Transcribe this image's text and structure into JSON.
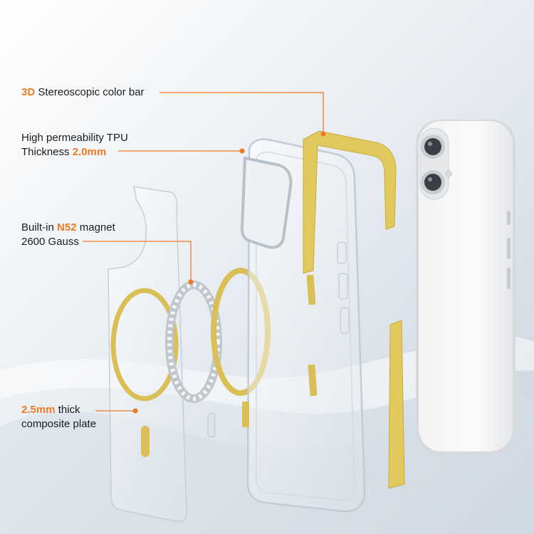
{
  "accent_color": "#f07a22",
  "ring_color": "#d9bf55",
  "callouts": {
    "color_bar": {
      "highlight": "3D",
      "text": " Stereoscopic color bar"
    },
    "tpu": {
      "line1": "High permeability TPU",
      "line2_prefix": "Thickness ",
      "line2_highlight": "2.0mm"
    },
    "magnet": {
      "line1_prefix": "Built-in ",
      "line1_highlight": "N52",
      "line1_suffix": " magnet",
      "line2": "2600 Gauss"
    },
    "plate": {
      "line1_highlight": "2.5mm",
      "line1_suffix": " thick",
      "line2": "composite plate"
    }
  },
  "components": {
    "plate": "composite-plate",
    "magnet_ring": "n52-magnet-ring",
    "case": "tpu-case",
    "color_bar": "color-bar",
    "phone": "phone-back"
  }
}
